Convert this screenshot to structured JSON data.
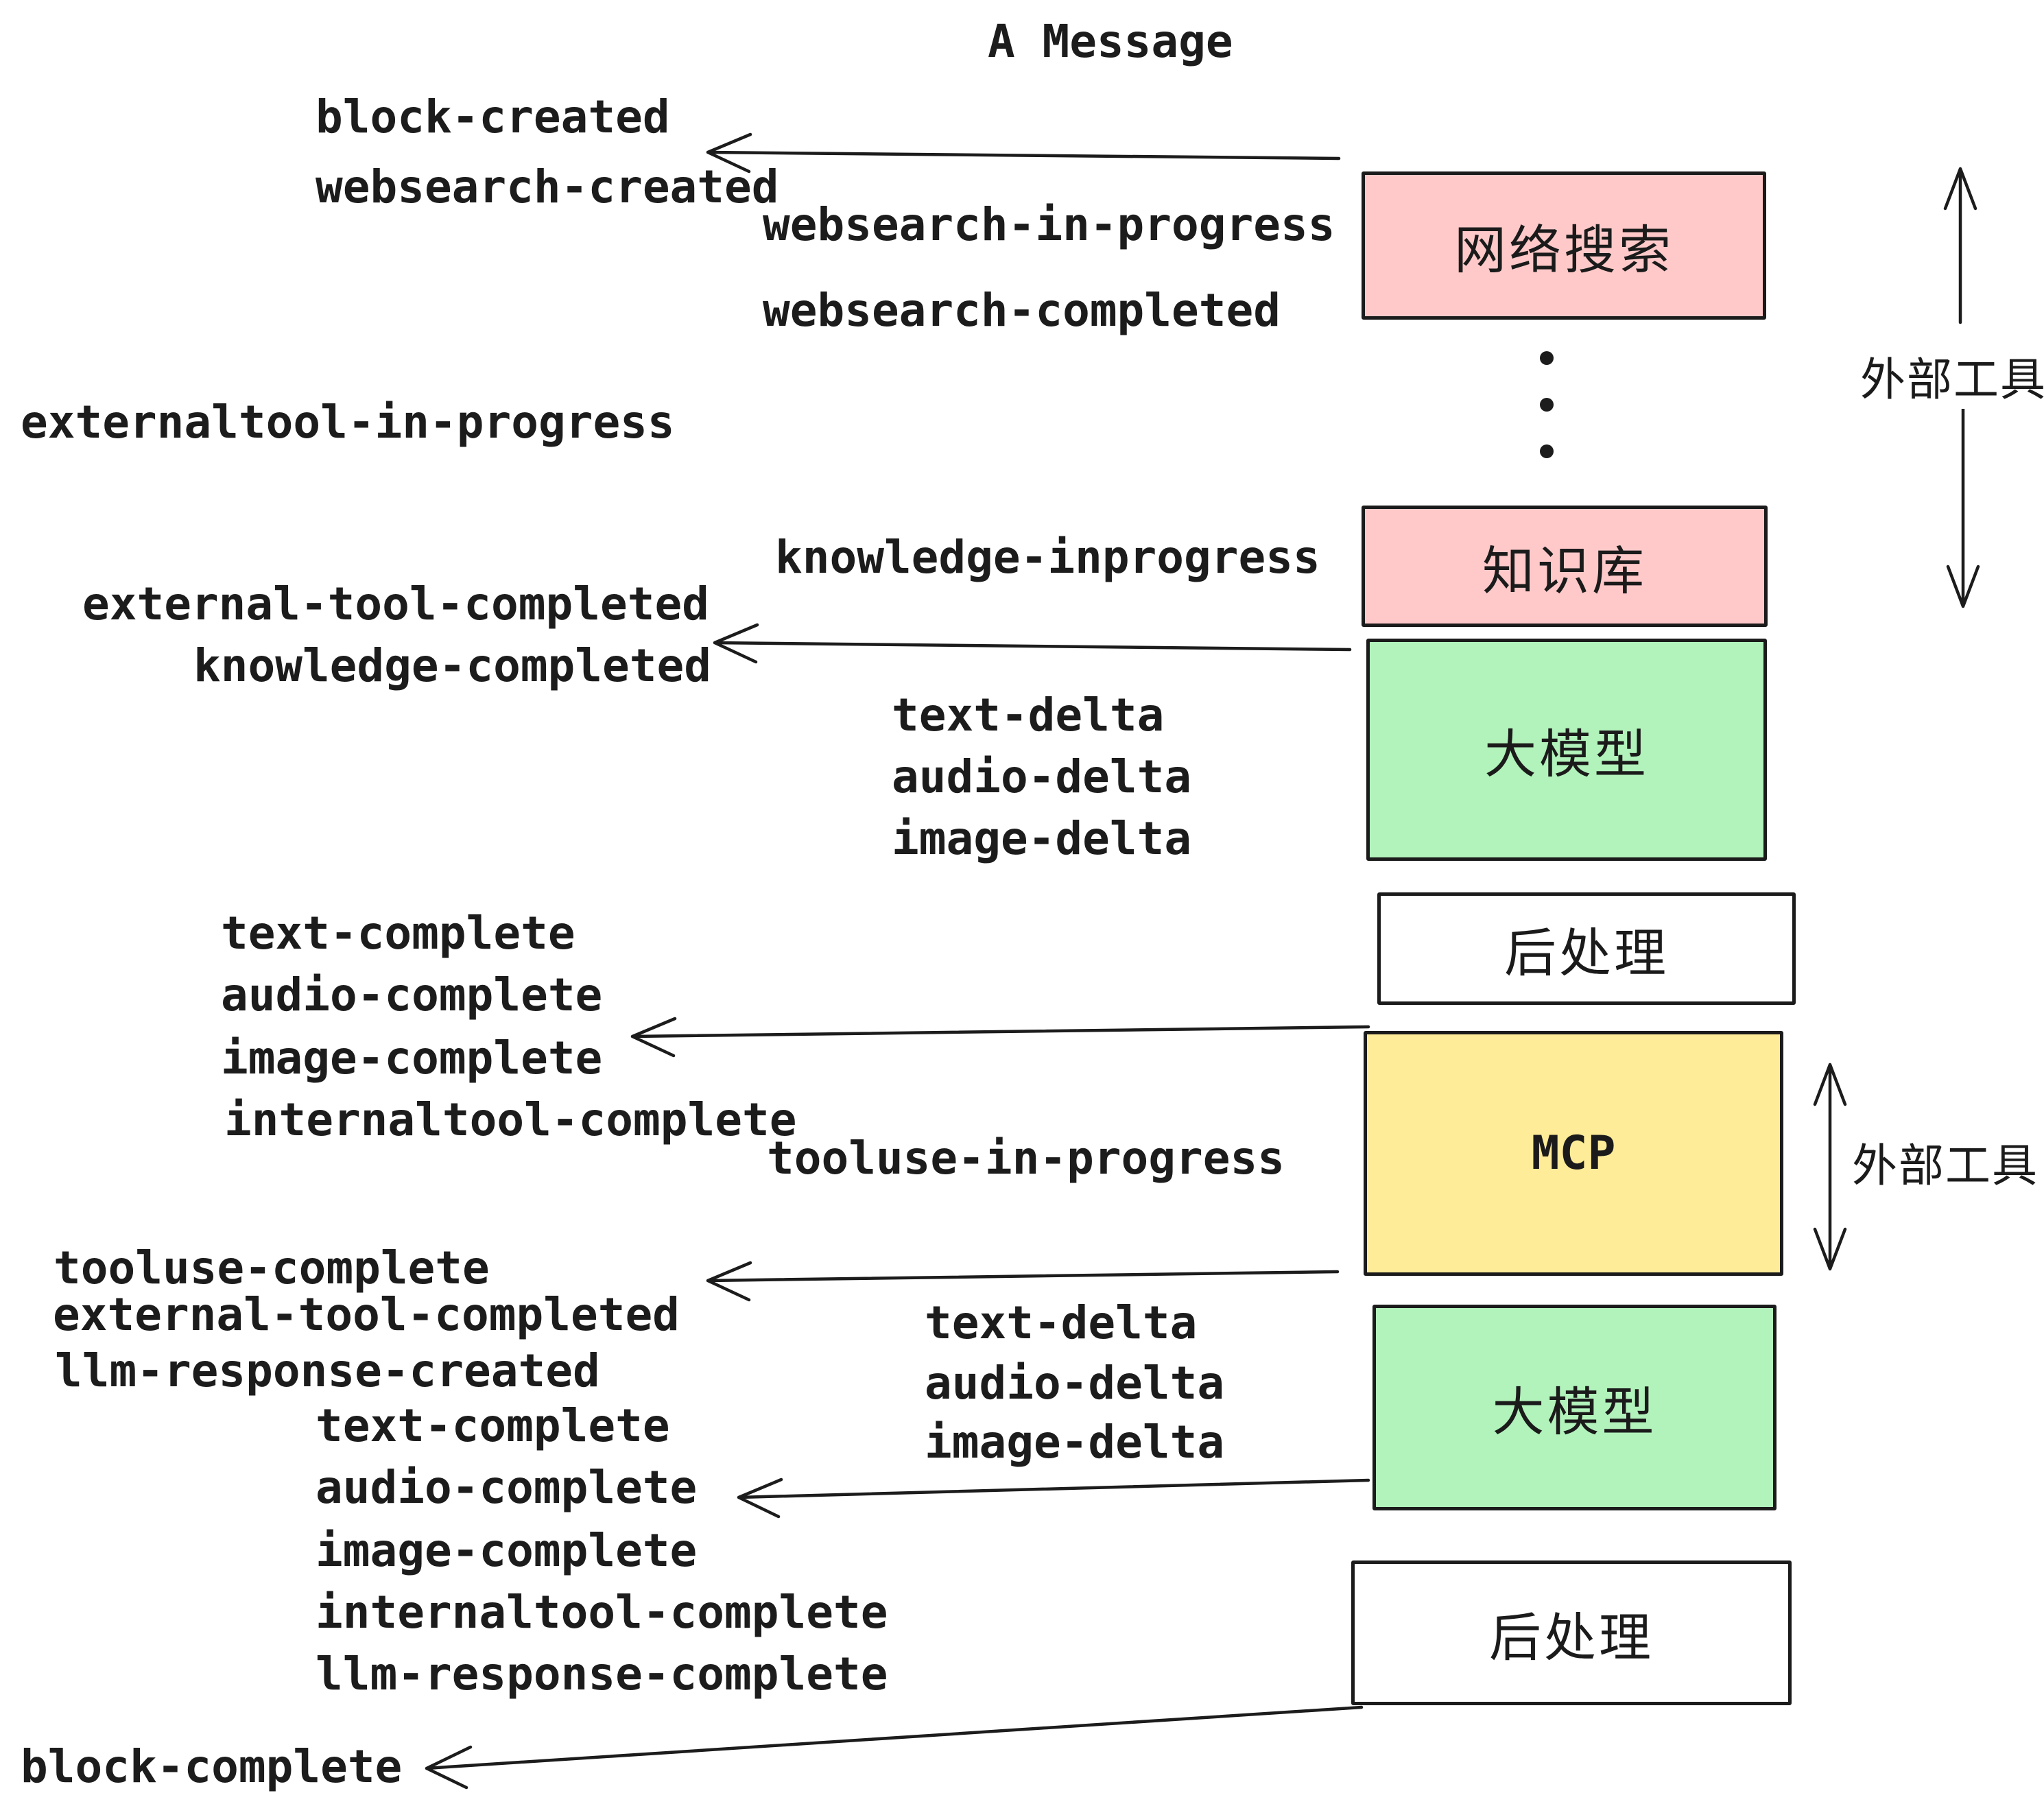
{
  "title": "A Message",
  "colors": {
    "background": "#ffffff",
    "ink": "#1c1c1c",
    "box_border": "#1b1b1b",
    "pink": "#ffc9c9",
    "green": "#b2f2bb",
    "yellow": "#ffec99",
    "white": "#ffffff"
  },
  "events": [
    {
      "text": "block-created"
    },
    {
      "text": "websearch-created"
    },
    {
      "text": "websearch-in-progress"
    },
    {
      "text": "websearch-completed"
    },
    {
      "text": "externaltool-in-progress"
    },
    {
      "text": "knowledge-inprogress"
    },
    {
      "text": "external-tool-completed"
    },
    {
      "text": "knowledge-completed"
    },
    {
      "text": "text-delta"
    },
    {
      "text": "audio-delta"
    },
    {
      "text": "image-delta"
    },
    {
      "text": "text-complete"
    },
    {
      "text": "audio-complete"
    },
    {
      "text": "image-complete"
    },
    {
      "text": "internaltool-complete"
    },
    {
      "text": "tooluse-in-progress"
    },
    {
      "text": "tooluse-complete"
    },
    {
      "text": "external-tool-completed"
    },
    {
      "text": "llm-response-created"
    },
    {
      "text": "text-delta"
    },
    {
      "text": "audio-delta"
    },
    {
      "text": "image-delta"
    },
    {
      "text": "text-complete"
    },
    {
      "text": "audio-complete"
    },
    {
      "text": "image-complete"
    },
    {
      "text": "internaltool-complete"
    },
    {
      "text": "llm-response-complete"
    },
    {
      "text": "block-complete"
    }
  ],
  "boxes": [
    {
      "id": "websearch",
      "label": "网络搜索",
      "fill": "#ffc9c9"
    },
    {
      "id": "knowledge",
      "label": "知识库",
      "fill": "#ffc9c9"
    },
    {
      "id": "llm-1",
      "label": "大模型",
      "fill": "#b2f2bb"
    },
    {
      "id": "postprocess-1",
      "label": "后处理",
      "fill": "#ffffff"
    },
    {
      "id": "mcp",
      "label": "MCP",
      "fill": "#ffec99"
    },
    {
      "id": "llm-2",
      "label": "大模型",
      "fill": "#b2f2bb"
    },
    {
      "id": "postprocess-2",
      "label": "后处理",
      "fill": "#ffffff"
    }
  ],
  "side_labels": [
    {
      "text": "外部工具"
    },
    {
      "text": "外部工具"
    }
  ],
  "ellipsis_dots": 3,
  "arrows": [
    {
      "name": "arrow-to-websearch-created",
      "direction": "left"
    },
    {
      "name": "arrow-to-knowledge-completed",
      "direction": "left"
    },
    {
      "name": "arrow-to-image-complete",
      "direction": "left"
    },
    {
      "name": "arrow-to-tooluse-complete",
      "direction": "left"
    },
    {
      "name": "arrow-to-audio-complete",
      "direction": "left"
    },
    {
      "name": "arrow-to-block-complete",
      "direction": "left"
    },
    {
      "name": "external-tools-span-top",
      "direction": "up-down"
    },
    {
      "name": "external-tools-span-mcp",
      "direction": "up-down"
    }
  ]
}
